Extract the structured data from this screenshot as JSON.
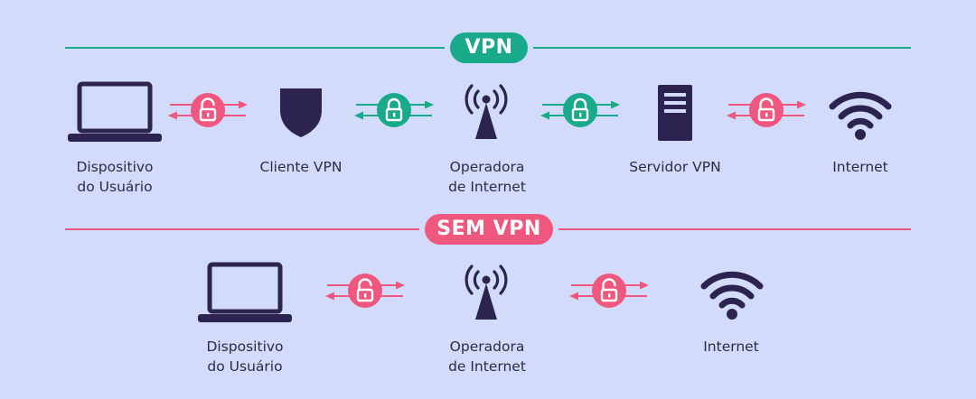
{
  "colors": {
    "background": "#d2dbfa",
    "icon": "#2c2350",
    "vpn_accent": "#19a98b",
    "no_vpn_accent": "#f0577f"
  },
  "vpn": {
    "title": "VPN",
    "nodes": [
      {
        "label_line1": "Dispositivo",
        "label_line2": "do Usuário",
        "icon": "laptop-icon"
      },
      {
        "label_line1": "Cliente VPN",
        "label_line2": "",
        "icon": "shield-icon"
      },
      {
        "label_line1": "Operadora",
        "label_line2": "de Internet",
        "icon": "antenna-icon"
      },
      {
        "label_line1": "Servidor VPN",
        "label_line2": "",
        "icon": "server-icon"
      },
      {
        "label_line1": "Internet",
        "label_line2": "",
        "icon": "wifi-icon"
      }
    ],
    "connections": [
      {
        "color": "pink",
        "icon": "unlocked-padlock-icon"
      },
      {
        "color": "green",
        "icon": "locked-padlock-icon"
      },
      {
        "color": "green",
        "icon": "locked-padlock-icon"
      },
      {
        "color": "pink",
        "icon": "unlocked-padlock-icon"
      }
    ]
  },
  "no_vpn": {
    "title": "SEM VPN",
    "nodes": [
      {
        "label_line1": "Dispositivo",
        "label_line2": "do Usuário",
        "icon": "laptop-icon"
      },
      {
        "label_line1": "Operadora",
        "label_line2": "de Internet",
        "icon": "antenna-icon"
      },
      {
        "label_line1": "Internet",
        "label_line2": "",
        "icon": "wifi-icon"
      }
    ],
    "connections": [
      {
        "color": "pink",
        "icon": "unlocked-padlock-icon"
      },
      {
        "color": "pink",
        "icon": "unlocked-padlock-icon"
      }
    ]
  }
}
